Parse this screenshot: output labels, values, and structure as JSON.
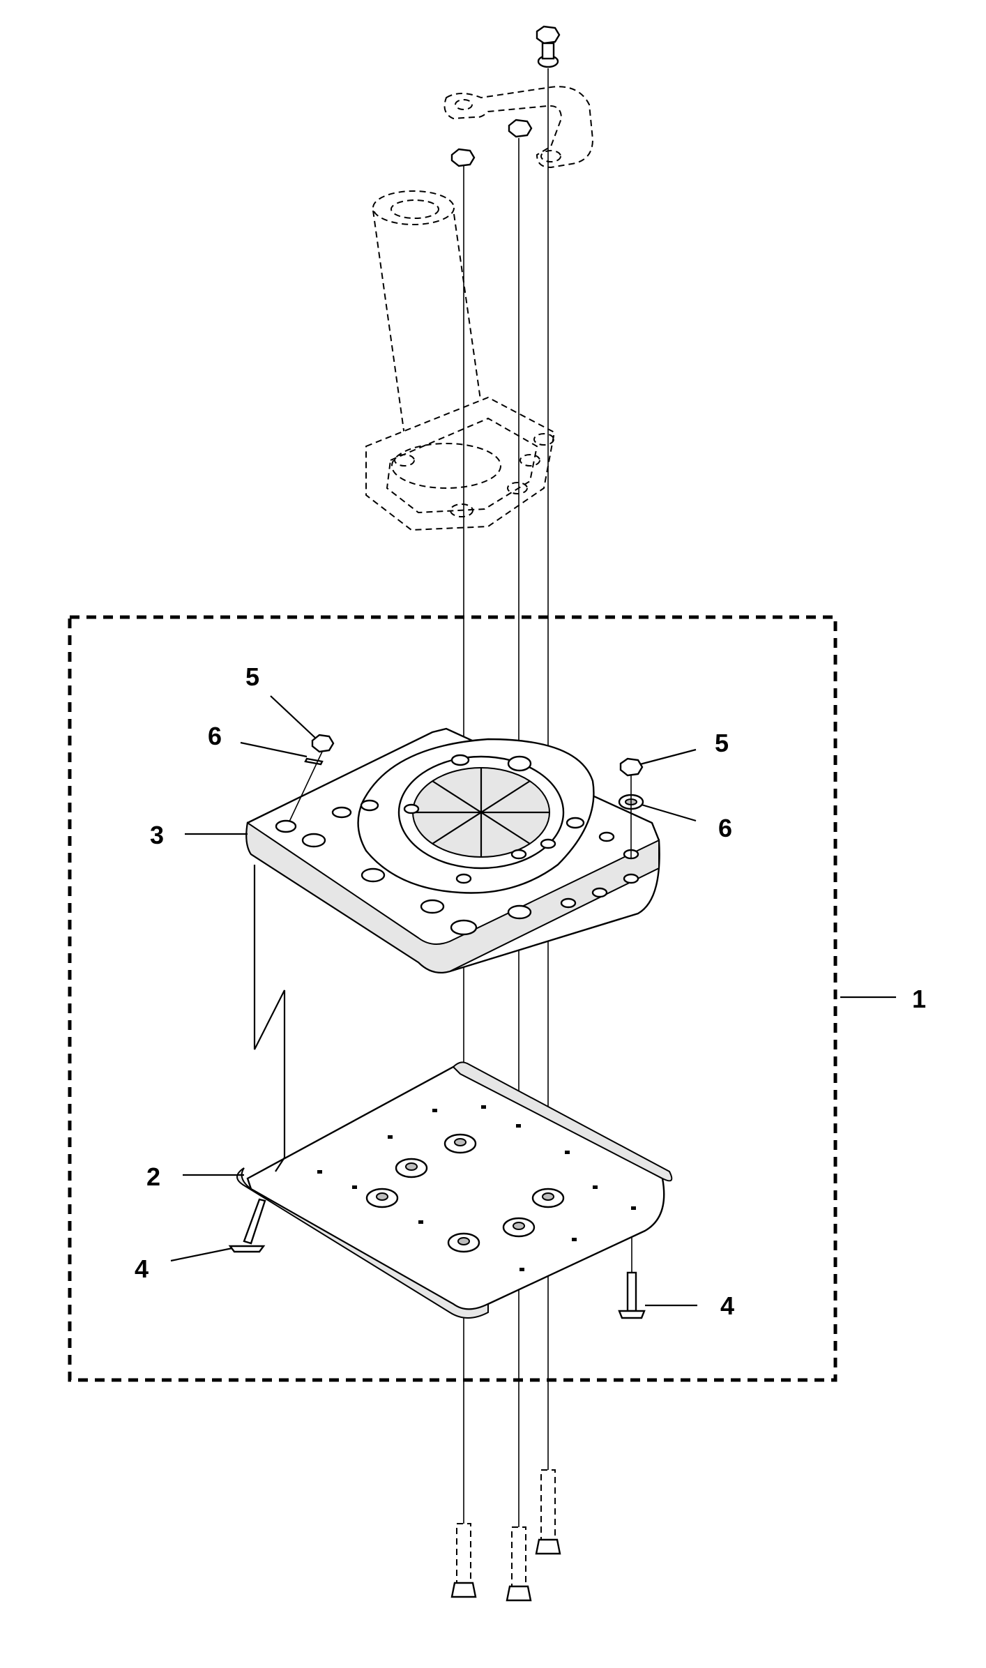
{
  "callouts": [
    {
      "id": "kit",
      "label": "1"
    },
    {
      "id": "base-plate",
      "label": "2"
    },
    {
      "id": "damper-plate",
      "label": "3"
    },
    {
      "id": "bolt-left",
      "label": "4"
    },
    {
      "id": "bolt-right",
      "label": "4"
    },
    {
      "id": "nut-left",
      "label": "5"
    },
    {
      "id": "nut-right",
      "label": "5"
    },
    {
      "id": "washer-left",
      "label": "6"
    },
    {
      "id": "washer-right",
      "label": "6"
    }
  ]
}
